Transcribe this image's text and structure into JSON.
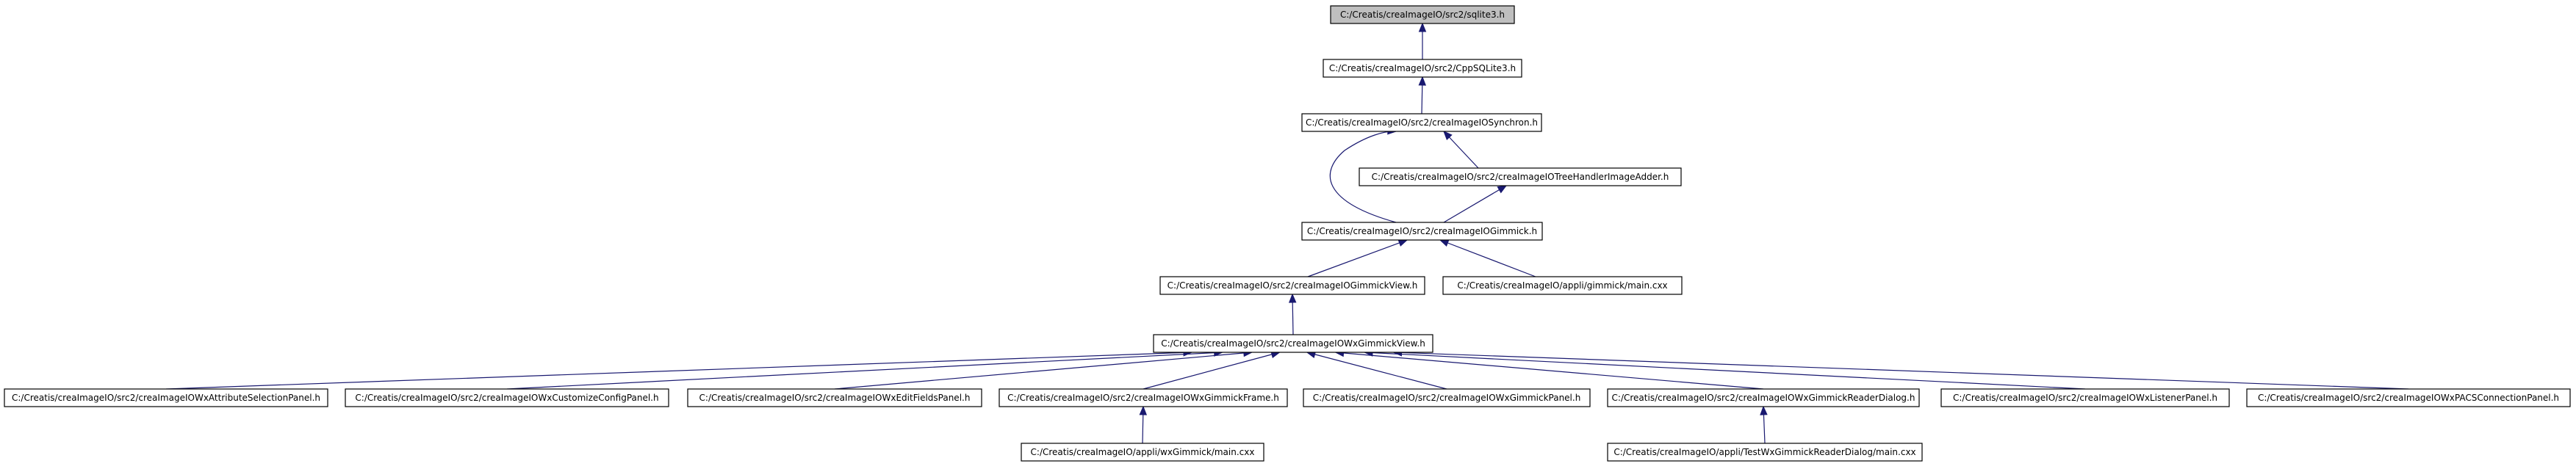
{
  "graph": {
    "nodes": [
      {
        "id": "n0",
        "label": "C:/Creatis/creaImageIO/src2/sqlite3.h",
        "root": true
      },
      {
        "id": "n1",
        "label": "C:/Creatis/creaImageIO/src2/CppSQLite3.h"
      },
      {
        "id": "n2",
        "label": "C:/Creatis/creaImageIO/src2/creaImageIOSynchron.h"
      },
      {
        "id": "n3",
        "label": "C:/Creatis/creaImageIO/src2/creaImageIOTreeHandlerImageAdder.h"
      },
      {
        "id": "n4",
        "label": "C:/Creatis/creaImageIO/src2/creaImageIOGimmick.h"
      },
      {
        "id": "n5",
        "label": "C:/Creatis/creaImageIO/src2/creaImageIOGimmickView.h"
      },
      {
        "id": "n6",
        "label": "C:/Creatis/creaImageIO/appli/gimmick/main.cxx"
      },
      {
        "id": "n7",
        "label": "C:/Creatis/creaImageIO/src2/creaImageIOWxGimmickView.h"
      },
      {
        "id": "n8",
        "label": "C:/Creatis/creaImageIO/src2/creaImageIOWxAttributeSelectionPanel.h"
      },
      {
        "id": "n9",
        "label": "C:/Creatis/creaImageIO/src2/creaImageIOWxCustomizeConfigPanel.h"
      },
      {
        "id": "n10",
        "label": "C:/Creatis/creaImageIO/src2/creaImageIOWxEditFieldsPanel.h"
      },
      {
        "id": "n11",
        "label": "C:/Creatis/creaImageIO/src2/creaImageIOWxGimmickFrame.h"
      },
      {
        "id": "n12",
        "label": "C:/Creatis/creaImageIO/src2/creaImageIOWxGimmickPanel.h"
      },
      {
        "id": "n13",
        "label": "C:/Creatis/creaImageIO/src2/creaImageIOWxGimmickReaderDialog.h"
      },
      {
        "id": "n14",
        "label": "C:/Creatis/creaImageIO/src2/creaImageIOWxListenerPanel.h"
      },
      {
        "id": "n15",
        "label": "C:/Creatis/creaImageIO/src2/creaImageIOWxPACSConnectionPanel.h"
      },
      {
        "id": "n16",
        "label": "C:/Creatis/creaImageIO/appli/wxGimmick/main.cxx"
      },
      {
        "id": "n17",
        "label": "C:/Creatis/creaImageIO/appli/TestWxGimmickReaderDialog/main.cxx"
      }
    ],
    "edges": [
      {
        "from": "n1",
        "to": "n0"
      },
      {
        "from": "n2",
        "to": "n1"
      },
      {
        "from": "n3",
        "to": "n2"
      },
      {
        "from": "n4",
        "to": "n2"
      },
      {
        "from": "n4",
        "to": "n3"
      },
      {
        "from": "n5",
        "to": "n4"
      },
      {
        "from": "n6",
        "to": "n4"
      },
      {
        "from": "n7",
        "to": "n5"
      },
      {
        "from": "n8",
        "to": "n7"
      },
      {
        "from": "n9",
        "to": "n7"
      },
      {
        "from": "n10",
        "to": "n7"
      },
      {
        "from": "n11",
        "to": "n7"
      },
      {
        "from": "n12",
        "to": "n7"
      },
      {
        "from": "n13",
        "to": "n7"
      },
      {
        "from": "n14",
        "to": "n7"
      },
      {
        "from": "n15",
        "to": "n7"
      },
      {
        "from": "n16",
        "to": "n11"
      },
      {
        "from": "n17",
        "to": "n13"
      }
    ]
  }
}
